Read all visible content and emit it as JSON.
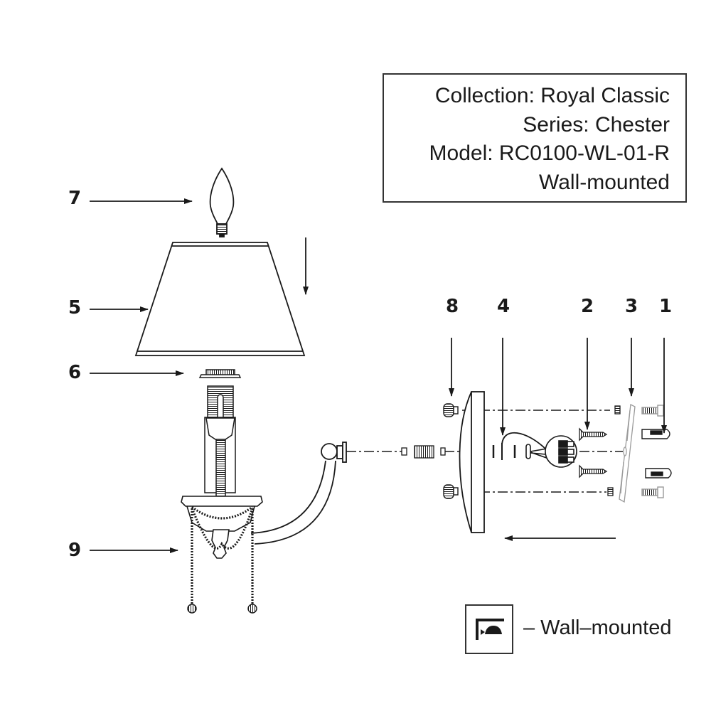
{
  "info_box": {
    "lines": [
      "Collection: Royal Classic",
      "Series: Chester",
      "Model: RC0100-WL-01-R",
      "Wall-mounted"
    ]
  },
  "callouts": {
    "left": [
      {
        "id": "7",
        "label": "7",
        "part": "candle bulb"
      },
      {
        "id": "5",
        "label": "5",
        "part": "lamp shade"
      },
      {
        "id": "6",
        "label": "6",
        "part": "shade ring"
      },
      {
        "id": "9",
        "label": "9",
        "part": "candle holder with bead chains"
      }
    ],
    "top": [
      {
        "id": "8",
        "label": "8",
        "part": "decorative caps"
      },
      {
        "id": "4",
        "label": "4",
        "part": "wiring / ground"
      },
      {
        "id": "2",
        "label": "2",
        "part": "screws"
      },
      {
        "id": "3",
        "label": "3",
        "part": "mounting bracket"
      },
      {
        "id": "1",
        "label": "1",
        "part": "wall plugs"
      }
    ]
  },
  "legend": {
    "icon": "wall-mount-icon",
    "label": "– Wall–mounted"
  },
  "colors": {
    "ink": "#1a1a1a",
    "light_ink": "#9a9a9a",
    "background": "#ffffff"
  }
}
